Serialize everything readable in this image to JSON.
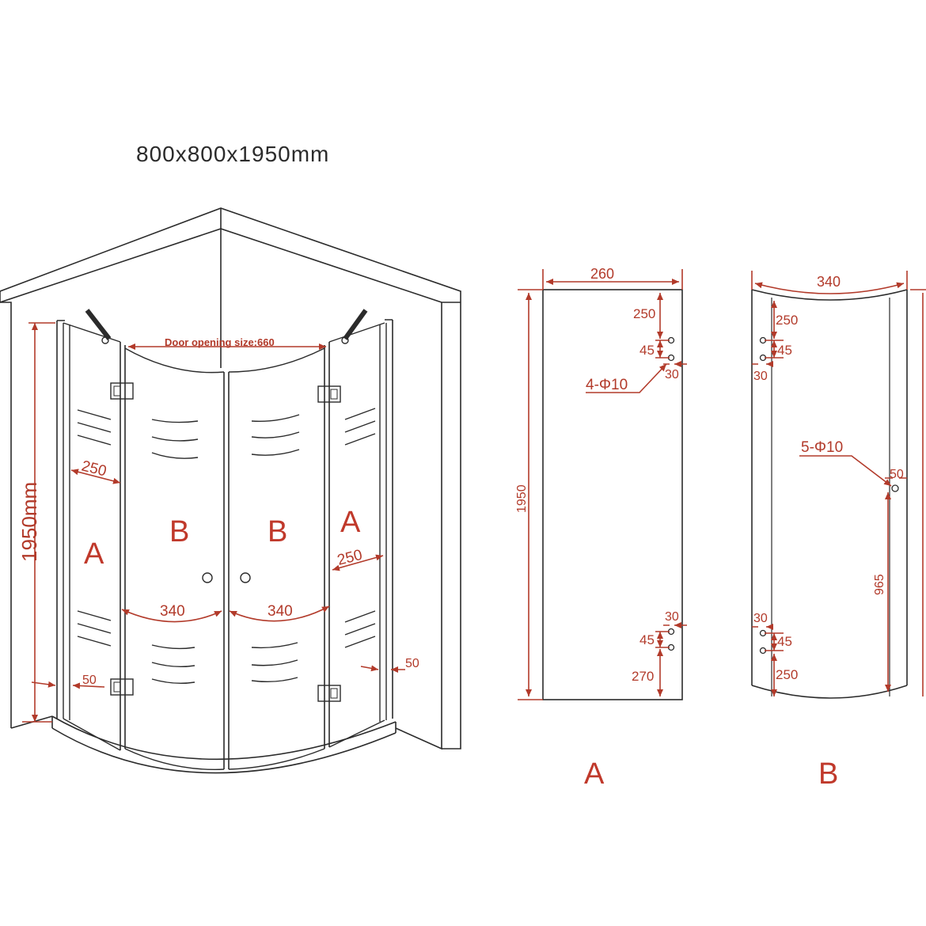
{
  "title": "800x800x1950mm",
  "iso": {
    "door_opening": "Door opening size:660",
    "height": "1950mm",
    "panel_left_a": "A",
    "panel_left_b": "B",
    "panel_right_b": "B",
    "panel_right_a": "A",
    "dim_250_left": "250",
    "dim_250_right": "250",
    "dim_340_left": "340",
    "dim_340_right": "340",
    "dim_50_left": "50",
    "dim_50_right": "50"
  },
  "panel_a": {
    "label": "A",
    "width": "260",
    "height": "1950",
    "top_offset": "250",
    "top_spacing": "45",
    "top_edge": "30",
    "holes": "4-Φ10",
    "bottom_edge": "30",
    "bottom_spacing": "45",
    "bottom_offset": "270"
  },
  "panel_b": {
    "label": "B",
    "width": "340",
    "top_offset": "250",
    "top_spacing": "45",
    "top_edge": "30",
    "holes": "5-Φ10",
    "handle_edge": "50",
    "handle_height": "965",
    "bottom_edge": "30",
    "bottom_spacing": "45",
    "bottom_offset": "250"
  }
}
